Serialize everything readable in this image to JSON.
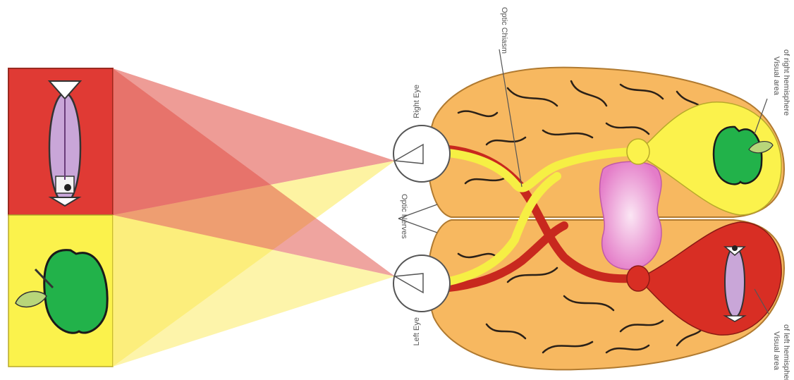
{
  "labels": {
    "right_eye": "Right Eye",
    "left_eye": "Left Eye",
    "optic_chiasm": "Optic Chiasm",
    "optic_nerves": "Optic Nerves",
    "visual_area_right": "Visual area",
    "visual_area_right_2": "of right hemisphere",
    "visual_area_left": "Visual area",
    "visual_area_left_2": "of left hemisphere"
  },
  "colors": {
    "red_field": "#e03a34",
    "yellow_field": "#fbf24c",
    "brain": "#f7b860",
    "brain_outline": "#b07a30",
    "pathway_red": "#c8281e",
    "pathway_yellow": "#f6ef44",
    "thalamus": "#e47cc8",
    "apple": "#22b24a",
    "fish": "#c9a6d8"
  },
  "icons": {
    "fish": "fish-icon",
    "apple": "apple-icon"
  }
}
